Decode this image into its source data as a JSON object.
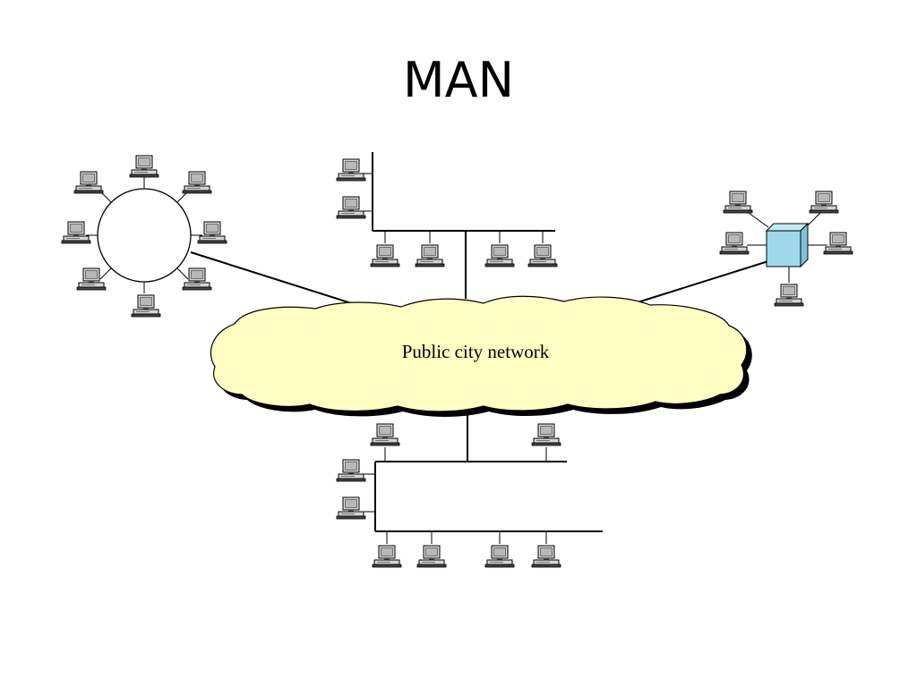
{
  "slide": {
    "title": "MAN"
  },
  "diagram": {
    "cloud_label": "Public city network",
    "colors": {
      "cloud_fill": "#ffffc4",
      "cloud_shadow": "#000000",
      "switch_fill": "#9fd8ea",
      "switch_top": "#c4ecf7",
      "switch_side": "#7cc4dc",
      "monitor_screen": "#b8b8b8",
      "computer_body": "#d6d6d6",
      "line": "#000000"
    },
    "icons": {
      "computer": "computer-icon",
      "switch": "switch-hub-icon"
    },
    "topologies": [
      "ring-network",
      "bus-network-top",
      "star-network",
      "bus-network-bottom"
    ]
  }
}
